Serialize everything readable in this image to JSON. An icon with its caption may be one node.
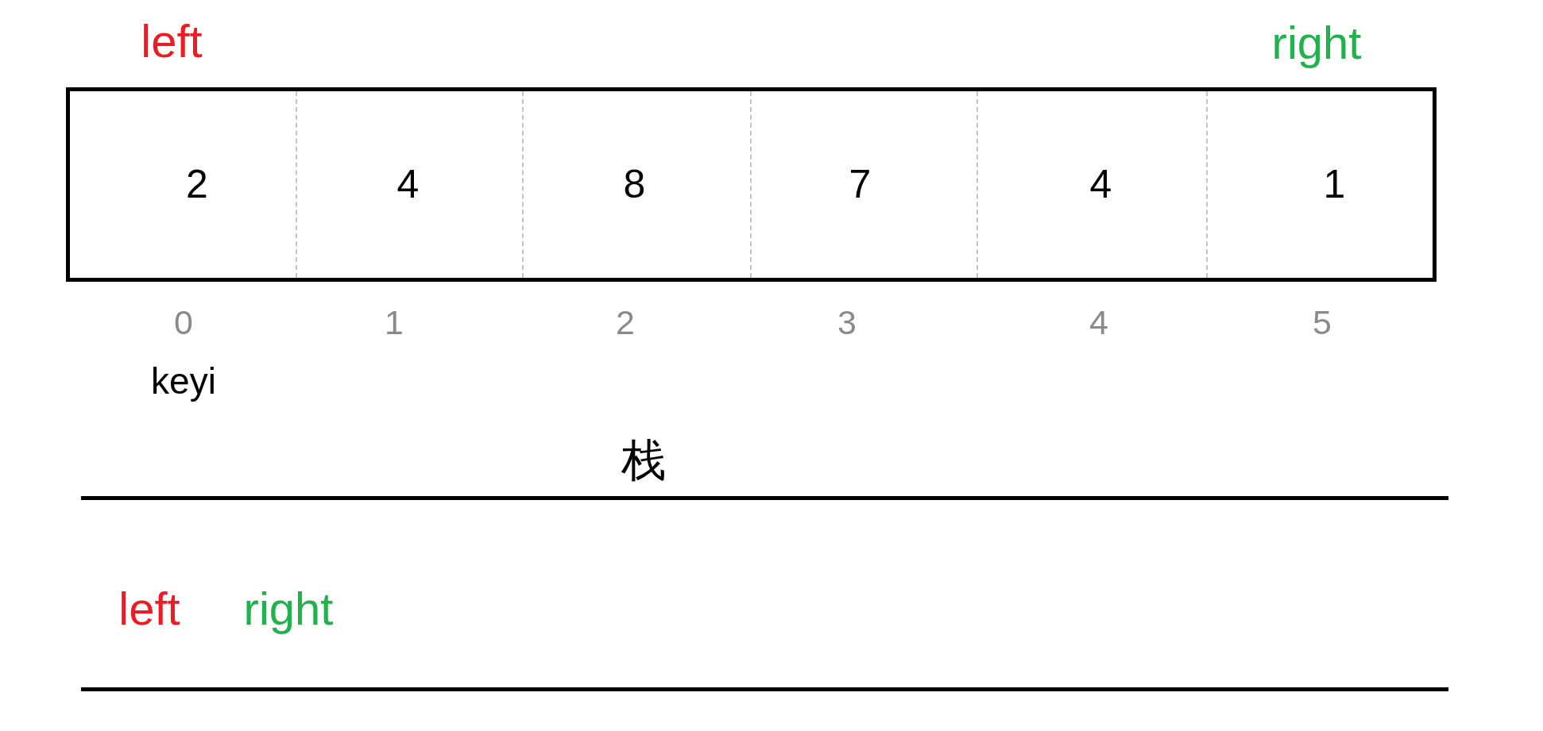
{
  "diagram": {
    "nodes": [
      {
        "text": [],
        "shape": "box"
      },
      {
        "text": [
          "2"
        ],
        "in": 0,
        "beside": [
          "0"
        ]
      },
      {
        "text": [
          "4"
        ],
        "in": 0,
        "beside": [
          "1"
        ]
      },
      {
        "text": [
          "8"
        ],
        "in": 0,
        "beside": [
          "2"
        ]
      },
      {
        "text": [
          "7"
        ],
        "in": 0,
        "beside": [
          "3"
        ]
      },
      {
        "text": [
          "4"
        ],
        "in": 0,
        "beside": [
          "4"
        ]
      },
      {
        "text": [
          "1"
        ],
        "in": 0,
        "beside": [
          "5"
        ]
      },
      {
        "text": [
          "栈",
          "left",
          "right"
        ]
      }
    ],
    "labels": [
      "left",
      "right",
      "keyi"
    ]
  }
}
